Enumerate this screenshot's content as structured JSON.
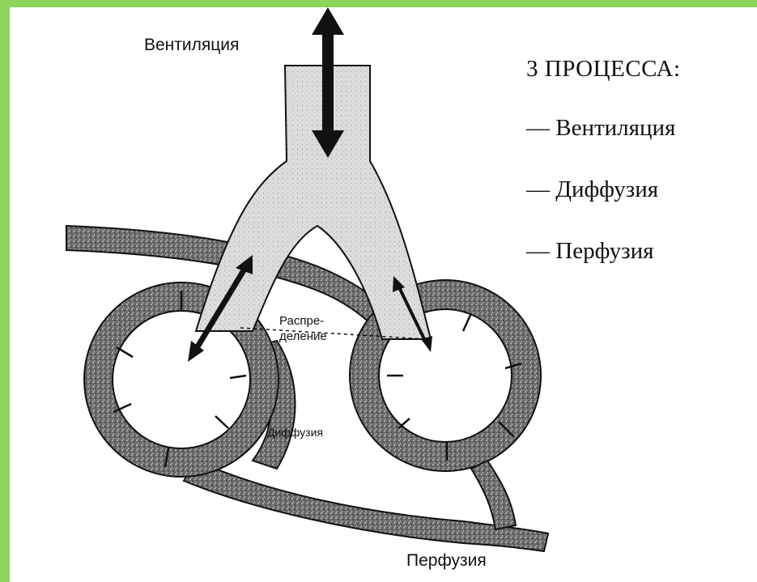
{
  "colors": {
    "border": "#8ed35a",
    "background": "#ffffff",
    "ink": "#111111",
    "airway_fill": "#d9d9d9",
    "vessel_fill": "#7a7a7a"
  },
  "labels": {
    "ventilation": "Вентиляция",
    "distribution_line1": "Распре-",
    "distribution_line2": "деление",
    "diffusion": "Диффузия",
    "perfusion": "Перфузия"
  },
  "legend": {
    "title": "3 ПРОЦЕССА:",
    "items": [
      "— Вентиляция",
      "— Диффузия",
      "— Перфузия"
    ]
  }
}
